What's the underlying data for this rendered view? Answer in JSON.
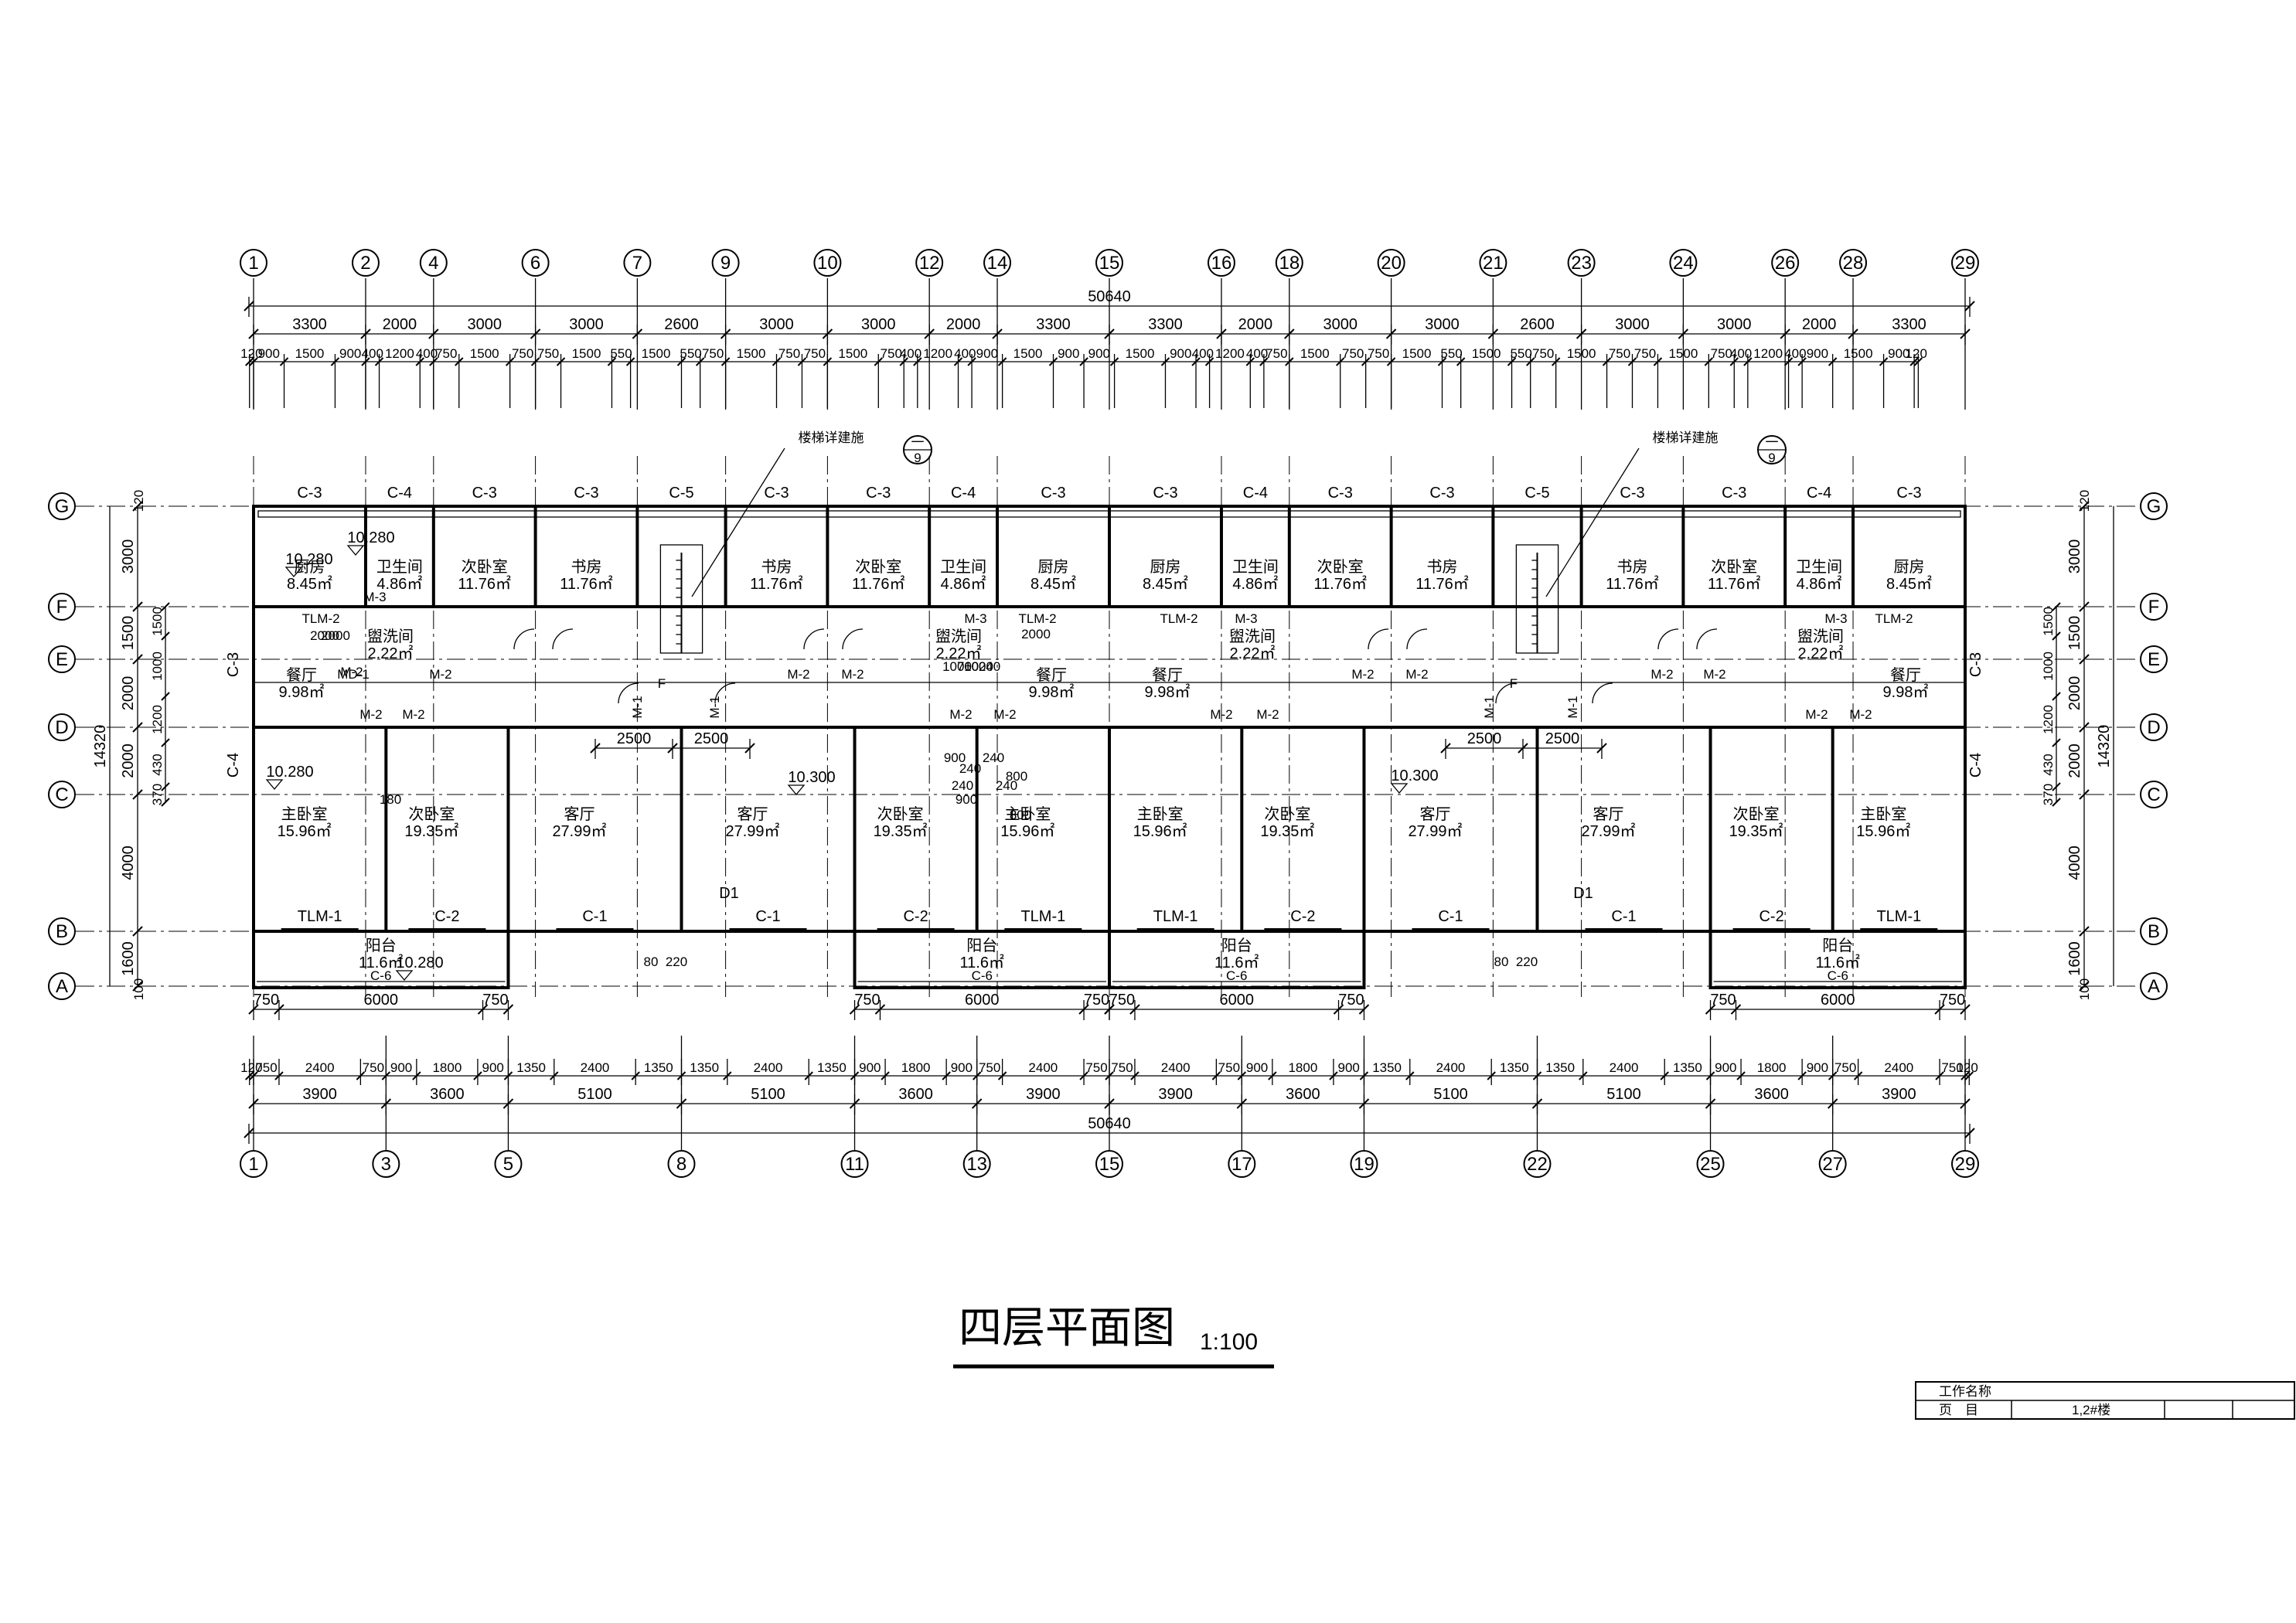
{
  "title": {
    "text": "四层平面图",
    "scale": "1:100"
  },
  "title_block": {
    "row1_label": "工作名称",
    "row2_label": "页　目",
    "row2_value": "1,2#楼"
  },
  "axes": {
    "top": [
      "1",
      "2",
      "4",
      "6",
      "7",
      "9",
      "10",
      "12",
      "14",
      "15",
      "16",
      "18",
      "20",
      "21",
      "23",
      "24",
      "26",
      "28",
      "29"
    ],
    "bottom": [
      "1",
      "3",
      "5",
      "8",
      "11",
      "13",
      "15",
      "17",
      "19",
      "22",
      "25",
      "27",
      "29"
    ],
    "rows": [
      "G",
      "F",
      "E",
      "D",
      "C",
      "B",
      "A"
    ]
  },
  "dims": {
    "overall": "50640",
    "top_main": [
      "3300",
      "2000",
      "3000",
      "3000",
      "2600",
      "3000",
      "3000",
      "2000",
      "3300",
      "3300",
      "2000",
      "3000",
      "3000",
      "2600",
      "3000",
      "3000",
      "2000",
      "3300"
    ],
    "top_detail": [
      "120",
      "900",
      "1500",
      "900",
      "400",
      "1200",
      "400",
      "750",
      "1500",
      "750",
      "750",
      "1500",
      "550",
      "1500",
      "550",
      "750",
      "1500",
      "750",
      "750",
      "1500",
      "750",
      "400",
      "1200",
      "400",
      "900",
      "1500",
      "900",
      "900",
      "1500",
      "900",
      "400",
      "1200",
      "400",
      "750",
      "1500",
      "750",
      "750",
      "1500",
      "550",
      "1500",
      "550",
      "750",
      "1500",
      "750",
      "750",
      "1500",
      "750",
      "400",
      "1200",
      "400",
      "900",
      "1500",
      "900",
      "120"
    ],
    "bottom_main": [
      "3900",
      "3600",
      "5100",
      "5100",
      "3600",
      "3900",
      "3900",
      "3600",
      "5100",
      "5100",
      "3600",
      "3900"
    ],
    "bottom_detail": [
      "120",
      "750",
      "2400",
      "750",
      "900",
      "1800",
      "900",
      "1350",
      "2400",
      "1350",
      "1350",
      "2400",
      "1350",
      "900",
      "1800",
      "900",
      "750",
      "2400",
      "750",
      "750",
      "2400",
      "750",
      "900",
      "1800",
      "900",
      "1350",
      "2400",
      "1350",
      "1350",
      "2400",
      "1350",
      "900",
      "1800",
      "900",
      "750",
      "2400",
      "750",
      "120"
    ],
    "side_main": [
      "3000",
      "1500",
      "2000",
      "2000",
      "4000",
      "1600"
    ],
    "side_sub": [
      "1500",
      "1000",
      "1200",
      "430",
      "370"
    ],
    "side_total": "14320",
    "side_end": "100",
    "side_top": "120",
    "balcony": [
      "750",
      "6000",
      "750"
    ],
    "stair": [
      "2500",
      "2500"
    ],
    "dining_small": [
      "2000",
      "2000",
      "1000",
      "760",
      "1000",
      "240"
    ]
  },
  "rooms": [
    {
      "name": "厨房",
      "area": "8.45㎡"
    },
    {
      "name": "卫生间",
      "area": "4.86㎡"
    },
    {
      "name": "次卧室",
      "area": "11.76㎡"
    },
    {
      "name": "书房",
      "area": "11.76㎡"
    },
    {
      "name": "书房",
      "area": "11.76㎡"
    },
    {
      "name": "次卧室",
      "area": "11.76㎡"
    },
    {
      "name": "卫生间",
      "area": "4.86㎡"
    },
    {
      "name": "厨房",
      "area": "8.45㎡"
    },
    {
      "name": "厨房",
      "area": "8.45㎡"
    },
    {
      "name": "卫生间",
      "area": "4.86㎡"
    },
    {
      "name": "次卧室",
      "area": "11.76㎡"
    },
    {
      "name": "书房",
      "area": "11.76㎡"
    },
    {
      "name": "书房",
      "area": "11.76㎡"
    },
    {
      "name": "次卧室",
      "area": "11.76㎡"
    },
    {
      "name": "卫生间",
      "area": "4.86㎡"
    },
    {
      "name": "厨房",
      "area": "8.45㎡"
    },
    {
      "name": "餐厅",
      "area": "9.98㎡"
    },
    {
      "name": "盥洗间",
      "area": "2.22㎡"
    },
    {
      "name": "盥洗间",
      "area": "2.22㎡"
    },
    {
      "name": "餐厅",
      "area": "9.98㎡"
    },
    {
      "name": "餐厅",
      "area": "9.98㎡"
    },
    {
      "name": "盥洗间",
      "area": "2.22㎡"
    },
    {
      "name": "盥洗间",
      "area": "2.22㎡"
    },
    {
      "name": "餐厅",
      "area": "9.98㎡"
    },
    {
      "name": "主卧室",
      "area": "15.96㎡"
    },
    {
      "name": "次卧室",
      "area": "19.35㎡"
    },
    {
      "name": "客厅",
      "area": "27.99㎡"
    },
    {
      "name": "客厅",
      "area": "27.99㎡"
    },
    {
      "name": "次卧室",
      "area": "19.35㎡"
    },
    {
      "name": "主卧室",
      "area": "15.96㎡"
    },
    {
      "name": "主卧室",
      "area": "15.96㎡"
    },
    {
      "name": "次卧室",
      "area": "19.35㎡"
    },
    {
      "name": "客厅",
      "area": "27.99㎡"
    },
    {
      "name": "客厅",
      "area": "27.99㎡"
    },
    {
      "name": "次卧室",
      "area": "19.35㎡"
    },
    {
      "name": "主卧室",
      "area": "15.96㎡"
    },
    {
      "name": "阳台",
      "area": "11.6㎡"
    },
    {
      "name": "阳台",
      "area": "11.6㎡"
    },
    {
      "name": "阳台",
      "area": "11.6㎡"
    },
    {
      "name": "阳台",
      "area": "11.6㎡"
    }
  ],
  "windows_top": [
    "C-3",
    "C-4",
    "C-3",
    "C-3",
    "C-5",
    "C-3",
    "C-3",
    "C-4",
    "C-3",
    "C-3",
    "C-4",
    "C-3",
    "C-3",
    "C-5",
    "C-3",
    "C-3",
    "C-4",
    "C-3"
  ],
  "windows_bottom": [
    "TLM-1",
    "C-2",
    "C-1",
    "C-1",
    "C-2",
    "TLM-1",
    "TLM-1",
    "C-2",
    "C-1",
    "C-1",
    "C-2",
    "TLM-1"
  ],
  "windows_balcony": [
    "C-6",
    "C-6",
    "C-6",
    "C-6"
  ],
  "windows_side": [
    "C-3",
    "C-4",
    "C-3",
    "C-4"
  ],
  "door_labels": {
    "m1": "M-1",
    "m2": "M-2",
    "m3": "M-3",
    "md1": "MD-1",
    "tlm2": "TLM-2",
    "f": "F",
    "d1": "D1"
  },
  "elevations": [
    "10.280",
    "10.280",
    "10.280",
    "10.280",
    "10.300",
    "10.300"
  ],
  "stair_note": "楼梯详建施",
  "stair_ref": [
    "一",
    "9"
  ],
  "misc_dims": [
    "900",
    "240",
    "240",
    "800",
    "180",
    "900",
    "240",
    "240",
    "2000",
    "800",
    "80",
    "220",
    "80",
    "220"
  ]
}
